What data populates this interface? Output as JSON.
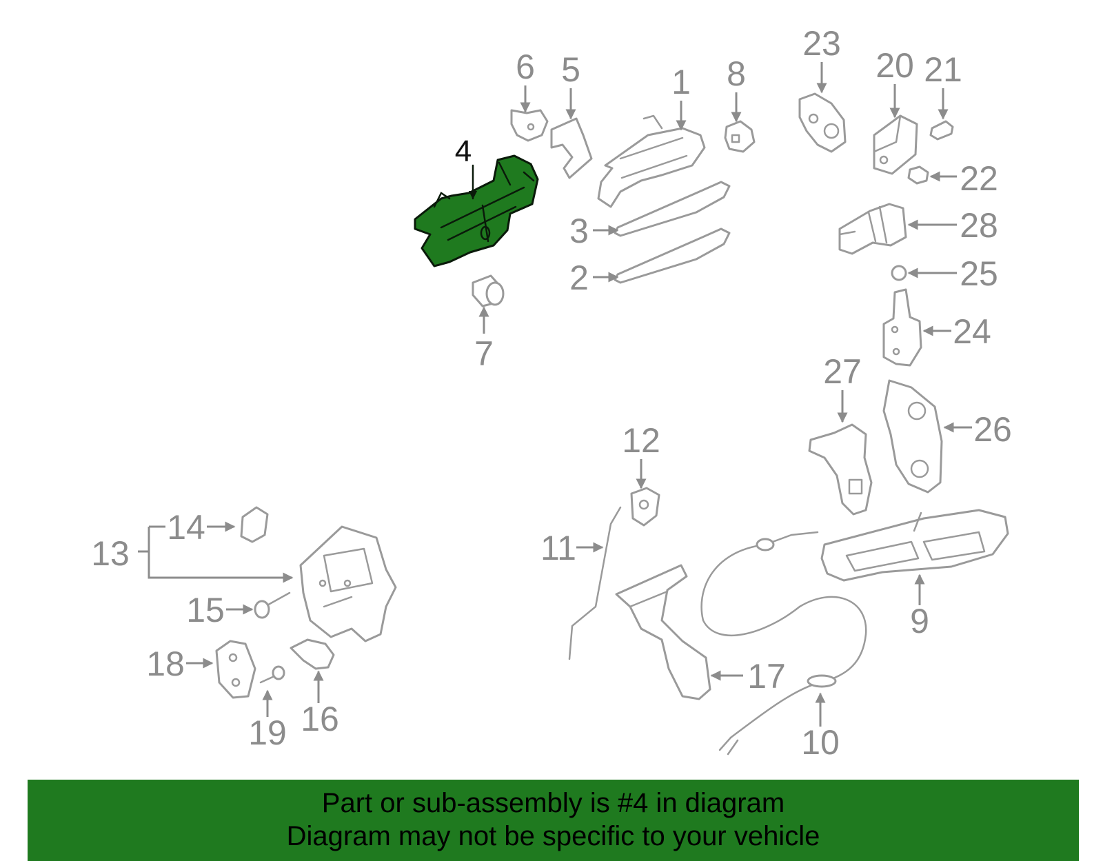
{
  "diagram": {
    "highlighted_part": "4",
    "highlight_color": "#1f7a1f",
    "callouts": [
      "1",
      "2",
      "3",
      "4",
      "5",
      "6",
      "7",
      "8",
      "9",
      "10",
      "11",
      "12",
      "13",
      "14",
      "15",
      "16",
      "17",
      "18",
      "19",
      "20",
      "21",
      "22",
      "23",
      "24",
      "25",
      "26",
      "27",
      "28"
    ]
  },
  "banner": {
    "line1": "Part or sub-assembly is #4 in diagram",
    "line2": "Diagram may not be specific to your vehicle",
    "background": "#1f7a1f"
  }
}
